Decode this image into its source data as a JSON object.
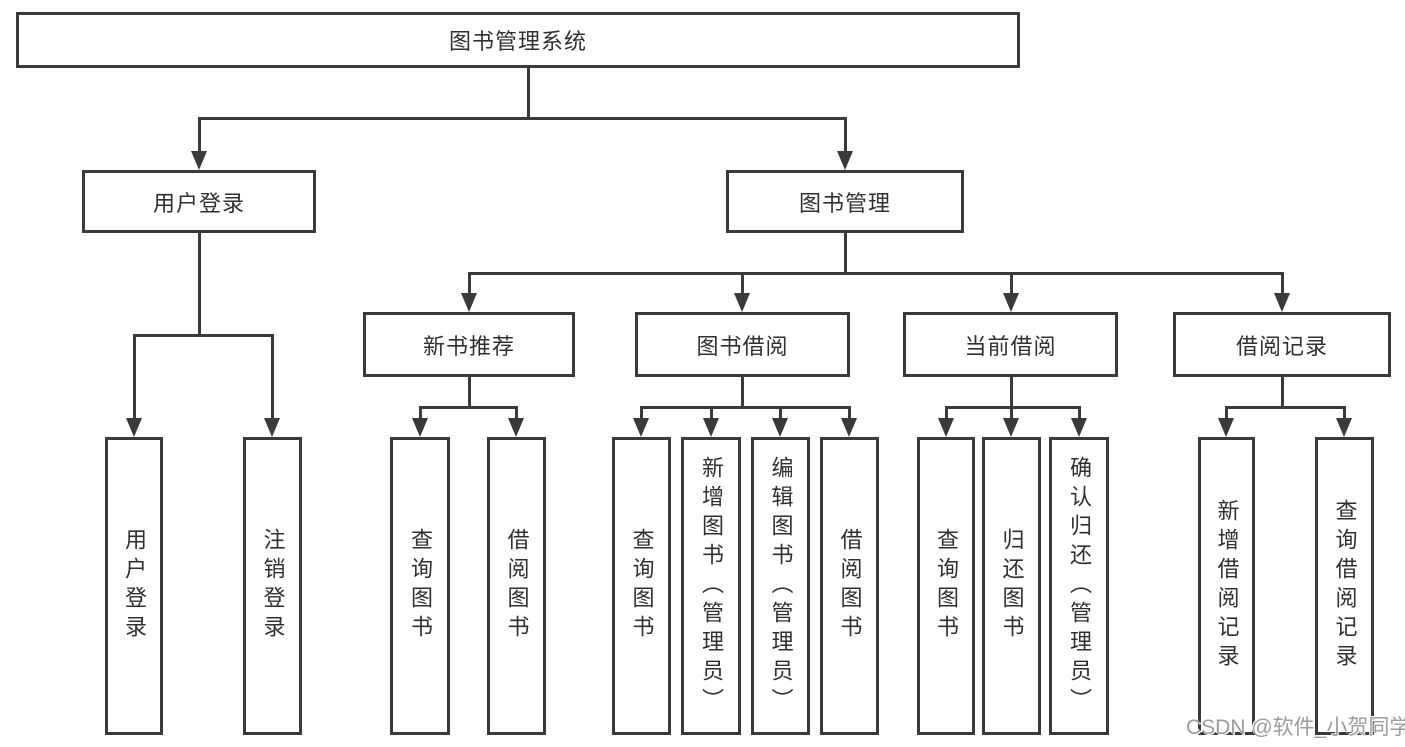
{
  "colors": {
    "line": "#3a3a3a",
    "text": "#303030",
    "watermark": "#9c9c9c",
    "background": "#ffffff"
  },
  "watermark": "CSDN @软件_小贺同学",
  "tree": {
    "root": {
      "label": "图书管理系统"
    },
    "branches": [
      {
        "label": "用户登录",
        "children": [
          "用户登录",
          "注销登录"
        ]
      },
      {
        "label": "图书管理",
        "sections": [
          {
            "label": "新书推荐",
            "children": [
              "查询图书",
              "借阅图书"
            ]
          },
          {
            "label": "图书借阅",
            "children": [
              "查询图书",
              "新增图书（管理员）",
              "编辑图书（管理员）",
              "借阅图书"
            ]
          },
          {
            "label": "当前借阅",
            "children": [
              "查询图书",
              "归还图书",
              "确认归还（管理员）"
            ]
          },
          {
            "label": "借阅记录",
            "children": [
              "新增借阅记录",
              "查询借阅记录"
            ]
          }
        ]
      }
    ]
  }
}
